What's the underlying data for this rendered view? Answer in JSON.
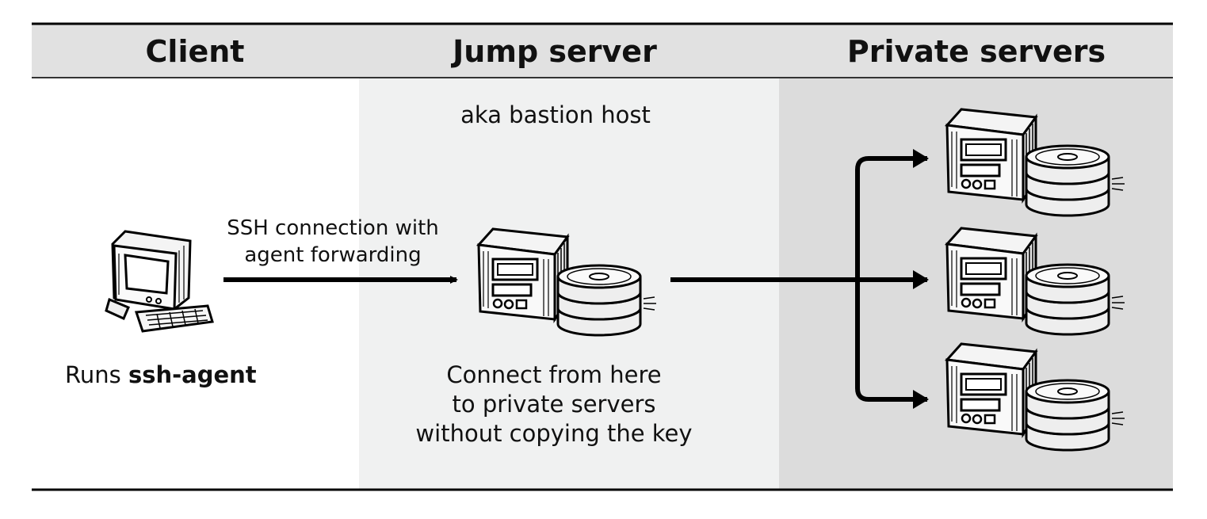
{
  "columns": {
    "client": {
      "title": "Client",
      "caption_prefix": "Runs ",
      "caption_bold": "ssh-agent"
    },
    "jump": {
      "title": "Jump server",
      "subtitle": "aka bastion host",
      "caption": [
        "Connect from here",
        "to private servers",
        "without copying the key"
      ]
    },
    "private": {
      "title": "Private servers"
    }
  },
  "connection_label": [
    "SSH connection with",
    "agent forwarding"
  ],
  "icons": {
    "client": "computer-icon",
    "jump": "server-icon",
    "private": [
      "server-icon",
      "server-icon",
      "server-icon"
    ]
  }
}
